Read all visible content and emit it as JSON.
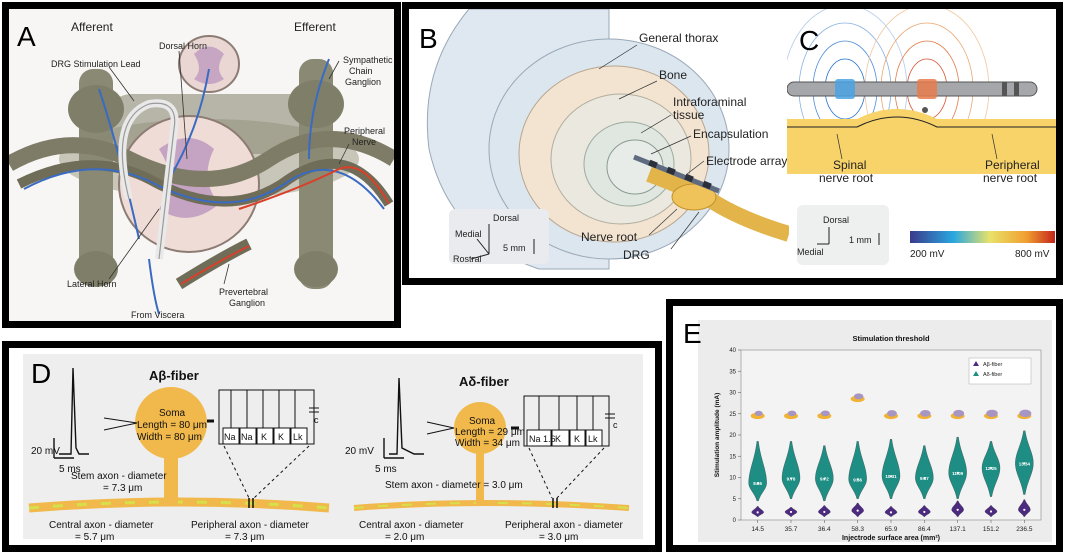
{
  "panels": {
    "a": {
      "letter": "A",
      "afferent": "Afferent",
      "efferent": "Efferent",
      "drg_lead": "DRG Stimulation Lead",
      "dorsal_horn": "Dorsal Horn",
      "sympathetic_l1": "Sympathetic",
      "sympathetic_l2": "Chain",
      "sympathetic_l3": "Ganglion",
      "peripheral_l1": "Peripheral",
      "peripheral_l2": "Nerve",
      "lateral_horn": "Lateral Horn",
      "prevertebral_l1": "Prevertebral",
      "prevertebral_l2": "Ganglion",
      "from_viscera": "From Viscera"
    },
    "b": {
      "letter": "B",
      "general_thorax": "General thorax",
      "bone": "Bone",
      "intraforaminal_l1": "Intraforaminal",
      "intraforaminal_l2": "tissue",
      "encapsulation": "Encapsulation",
      "electrode_array": "Electrode array",
      "nerve_root": "Nerve root",
      "drg": "DRG",
      "dorsal": "Dorsal",
      "medial": "Medial",
      "rostral": "Rostral",
      "scale": "5 mm"
    },
    "c": {
      "letter": "C",
      "spinal_l1": "Spinal",
      "spinal_l2": "nerve root",
      "peripheral_l1": "Peripheral",
      "peripheral_l2": "nerve root",
      "dorsal": "Dorsal",
      "medial": "Medial",
      "scale": "1 mm",
      "cbar_min": "200 mV",
      "cbar_max": "800 mV"
    },
    "d": {
      "letter": "D",
      "abeta": {
        "title": "Aβ-fiber",
        "soma": "Soma",
        "length": "Length = 80 μm",
        "width": "Width = 80 μm",
        "channels": [
          "Na",
          "Na",
          "K",
          "K",
          "Lk"
        ],
        "cm": "c",
        "v_scale": "20 mV",
        "t_scale": "5 ms",
        "stem_l1": "Stem axon - diameter",
        "stem_l2": "= 7.3 μm",
        "central_l1": "Central axon - diameter",
        "central_l2": "= 5.7 μm",
        "peripheral_l1": "Peripheral axon - diameter",
        "peripheral_l2": "= 7.3 μm"
      },
      "adelta": {
        "title": "Aδ-fiber",
        "soma": "Soma",
        "length": "Length = 29 μm",
        "width": "Width = 34 μm",
        "channels": [
          "Na 1.6",
          "K",
          "K",
          "Lk"
        ],
        "cm": "c",
        "v_scale": "20 mV",
        "t_scale": "5 ms",
        "stem_l1": "Stem axon - diameter = 3.0 μm",
        "central_l1": "Central axon - diameter",
        "central_l2": "= 2.0 μm",
        "peripheral_l1": "Peripheral axon - diameter",
        "peripheral_l2": "= 3.0 μm"
      }
    },
    "e": {
      "letter": "E"
    }
  },
  "chart_data": {
    "type": "violin",
    "title": "Stimulation threshold",
    "xlabel": "Injectrode surface area (mm²)",
    "ylabel": "Stimulation amplitude (mA)",
    "ylim": [
      0,
      40
    ],
    "yticks": [
      0,
      5,
      10,
      15,
      20,
      25,
      30,
      35,
      40
    ],
    "categories": [
      "14.5",
      "35.7",
      "36.4",
      "58.3",
      "65.9",
      "86.4",
      "137.1",
      "151.2",
      "236.5"
    ],
    "legend_position": "top-right",
    "series": [
      {
        "name": "Aβ-fiber",
        "color": "#4b2a7f",
        "medians": [
          1.8,
          1.9,
          1.9,
          2.2,
          1.8,
          1.9,
          2.4,
          2.0,
          2.4
        ],
        "ranges": [
          [
            0.8,
            3.2
          ],
          [
            0.8,
            3.0
          ],
          [
            0.8,
            3.4
          ],
          [
            0.8,
            4.0
          ],
          [
            0.8,
            3.2
          ],
          [
            0.8,
            3.4
          ],
          [
            0.8,
            4.5
          ],
          [
            0.8,
            3.4
          ],
          [
            0.8,
            4.8
          ]
        ]
      },
      {
        "name": "Aδ-fiber",
        "color": "#1e8e84",
        "medians": [
          8.65,
          9.78,
          9.72,
          9.56,
          10.31,
          9.87,
          11.09,
          12.25,
          13.34
        ],
        "labels": [
          "8.65",
          "9.78",
          "9.72",
          "9.56",
          "10.31",
          "9.87",
          "11.09",
          "12.25",
          "13.34"
        ],
        "ranges": [
          [
            4.5,
            18.5
          ],
          [
            5.0,
            18.5
          ],
          [
            4.5,
            17.5
          ],
          [
            5.0,
            18.5
          ],
          [
            5.0,
            19.0
          ],
          [
            5.0,
            17.5
          ],
          [
            5.0,
            19.5
          ],
          [
            5.5,
            18.5
          ],
          [
            6.0,
            21.0
          ]
        ]
      }
    ]
  }
}
